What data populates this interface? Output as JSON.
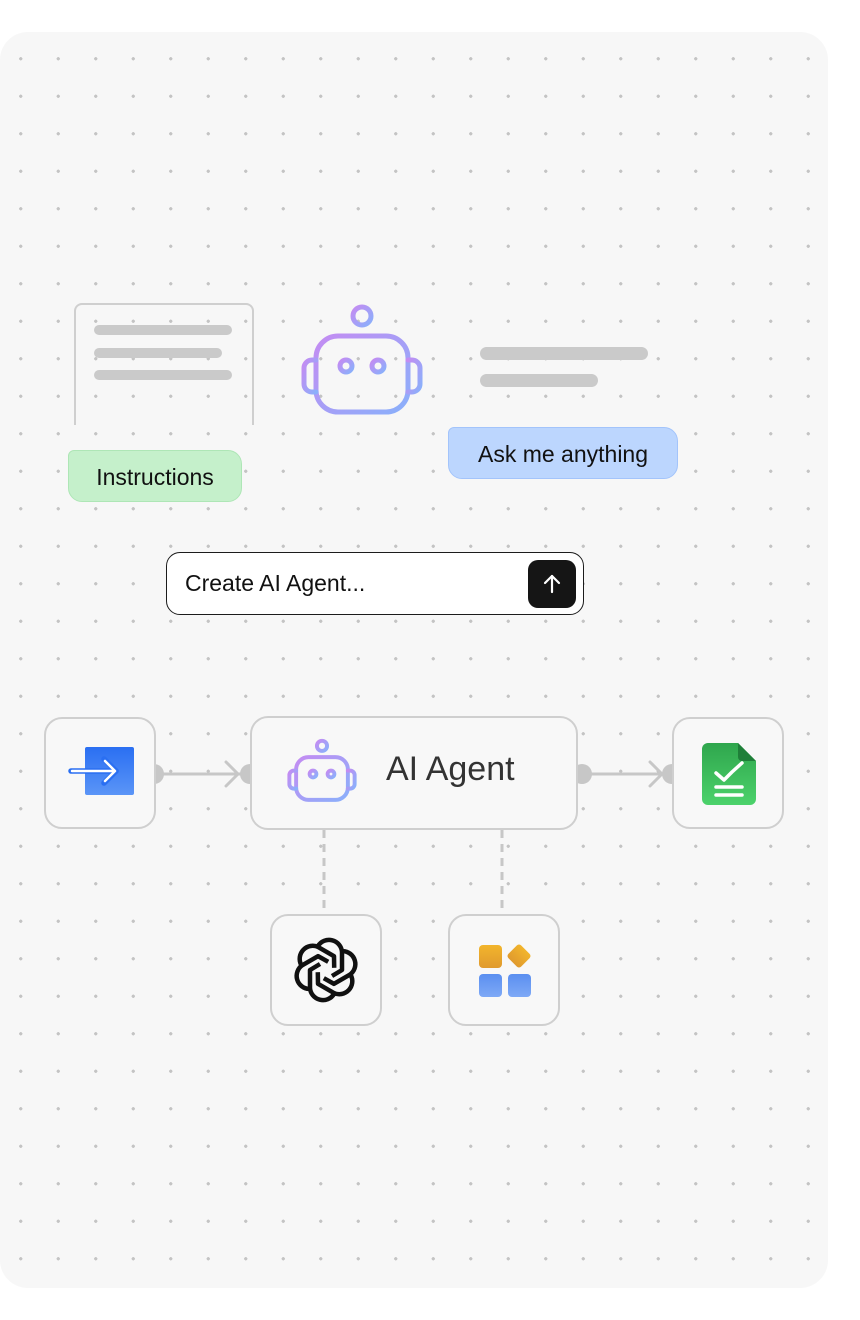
{
  "tags": {
    "instructions": "Instructions",
    "ask": "Ask me anything"
  },
  "prompt": {
    "text": "Create AI Agent..."
  },
  "agent_node": {
    "label": "AI Agent"
  },
  "icons": {
    "robot": "robot-icon",
    "send": "arrow-up-icon",
    "input": "arrow-in-icon",
    "output": "sheet-chart-icon",
    "model": "openai-logo-icon",
    "tools": "app-grid-icon"
  },
  "colors": {
    "instructions_tag": "#c5f0cb",
    "ask_tag": "#bcd6fe",
    "robot_gradient_start": "#c48cf2",
    "robot_gradient_end": "#8ab0fb",
    "output_green": "#34b556",
    "input_blue": "#2a6ff2"
  }
}
